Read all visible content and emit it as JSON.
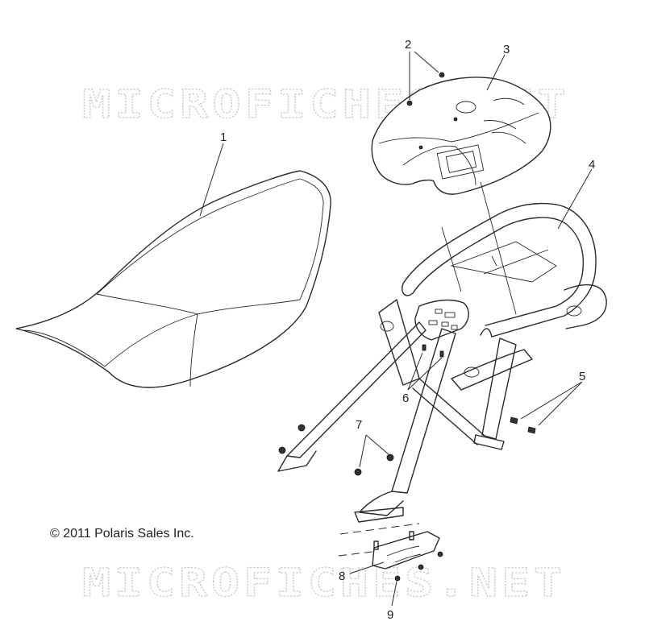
{
  "watermark": {
    "top": "MICROFICHES.NET",
    "bottom": "MICROFICHES.NET"
  },
  "copyright": "© 2011 Polaris Sales Inc.",
  "callouts": [
    "1",
    "2",
    "3",
    "4",
    "5",
    "6",
    "7",
    "8",
    "9"
  ]
}
